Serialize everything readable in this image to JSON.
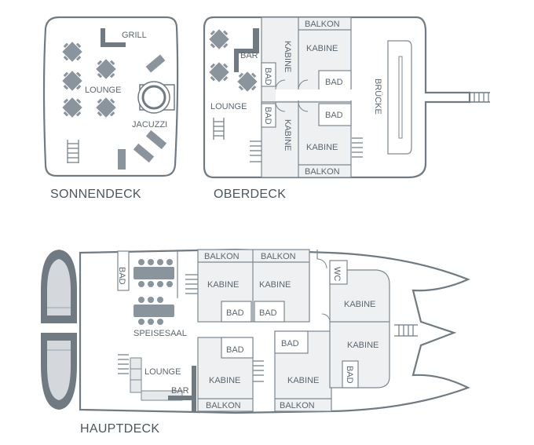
{
  "decks": {
    "sonnendeck": {
      "caption": "SONNENDECK",
      "grill": "GRILL",
      "lounge": "LOUNGE",
      "jacuzzi": "JACUZZI"
    },
    "oberdeck": {
      "caption": "OBERDECK",
      "bar": "BAR",
      "lounge": "LOUNGE",
      "bruecke": "BRÜCKE",
      "balkon_top": "BALKON",
      "balkon_bottom": "BALKON",
      "kabine_vert_top": "KABINE",
      "kabine_vert_bottom": "KABINE",
      "kabine_top": "KABINE",
      "kabine_bottom": "KABINE",
      "bad_vert_top": "BAD",
      "bad_vert_bottom": "BAD",
      "bad_top": "BAD",
      "bad_bottom": "BAD"
    },
    "hauptdeck": {
      "caption": "HAUPTDECK",
      "bad_left": "BAD",
      "speisesaal": "SPEISESAAL",
      "lounge": "LOUNGE",
      "bar": "BAR",
      "balkon_1": "BALKON",
      "balkon_2": "BALKON",
      "balkon_3": "BALKON",
      "balkon_4": "BALKON",
      "kabine_1": "KABINE",
      "kabine_2": "KABINE",
      "kabine_3": "KABINE",
      "kabine_4": "KABINE",
      "kabine_5": "KABINE",
      "kabine_6": "KABINE",
      "bad_1": "BAD",
      "bad_2": "BAD",
      "bad_3": "BAD",
      "bad_4": "BAD",
      "bad_right": "BAD",
      "wc": "WC"
    }
  }
}
